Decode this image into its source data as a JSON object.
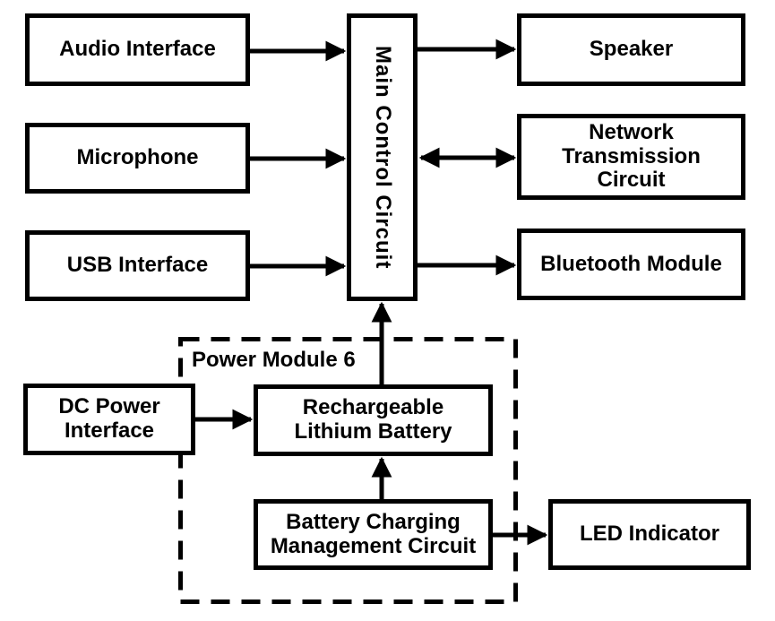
{
  "diagram": {
    "type": "block-diagram",
    "group_label": "Power Module 6",
    "nodes": {
      "audio_interface": {
        "label": "Audio Interface"
      },
      "microphone": {
        "label": "Microphone"
      },
      "usb_interface": {
        "label": "USB Interface"
      },
      "main_control_circuit": {
        "label": "Main Control Circuit"
      },
      "speaker": {
        "label": "Speaker"
      },
      "network_transmission": {
        "label": [
          "Network",
          "Transmission",
          "Circuit"
        ]
      },
      "bluetooth_module": {
        "label": "Bluetooth Module"
      },
      "dc_power_interface": {
        "label": [
          "DC Power",
          "Interface"
        ]
      },
      "rechargeable_battery": {
        "label": [
          "Rechargeable",
          "Lithium Battery"
        ]
      },
      "battery_charging": {
        "label": [
          "Battery Charging",
          "Management Circuit"
        ]
      },
      "led_indicator": {
        "label": "LED Indicator"
      }
    },
    "edges": [
      {
        "from": "Audio Interface",
        "to": "Main Control Circuit",
        "direction": "one-way"
      },
      {
        "from": "Microphone",
        "to": "Main Control Circuit",
        "direction": "one-way"
      },
      {
        "from": "USB Interface",
        "to": "Main Control Circuit",
        "direction": "one-way"
      },
      {
        "from": "Main Control Circuit",
        "to": "Speaker",
        "direction": "one-way"
      },
      {
        "from": "Main Control Circuit",
        "to": "Network Transmission Circuit",
        "direction": "two-way"
      },
      {
        "from": "Main Control Circuit",
        "to": "Bluetooth Module",
        "direction": "one-way"
      },
      {
        "from": "Rechargeable Lithium Battery",
        "to": "Main Control Circuit",
        "direction": "one-way"
      },
      {
        "from": "DC Power Interface",
        "to": "Rechargeable Lithium Battery",
        "direction": "one-way"
      },
      {
        "from": "Battery Charging Management Circuit",
        "to": "Rechargeable Lithium Battery",
        "direction": "one-way"
      },
      {
        "from": "Battery Charging Management Circuit",
        "to": "LED Indicator",
        "direction": "one-way"
      }
    ],
    "group_members": [
      "Rechargeable Lithium Battery",
      "Battery Charging Management Circuit"
    ],
    "colors": {
      "line": "#000000",
      "text": "#000000",
      "box_fill": "#ffffff",
      "background": "#ffffff"
    }
  }
}
